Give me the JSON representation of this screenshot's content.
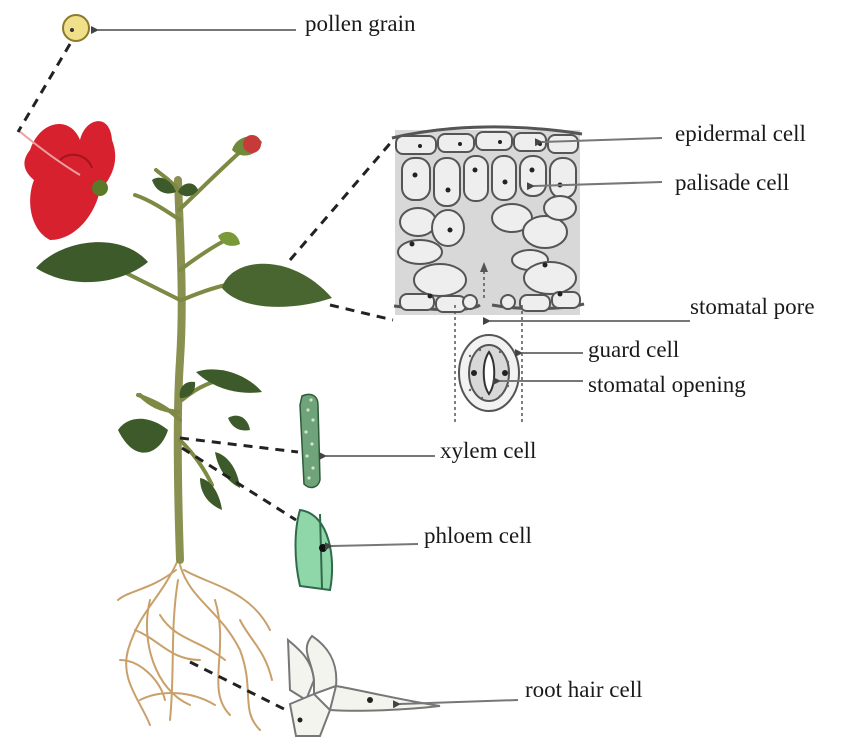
{
  "labels": {
    "pollen": "pollen grain",
    "epidermal": "epidermal cell",
    "palisade": "palisade cell",
    "stomatal_pore": "stomatal pore",
    "guard": "guard cell",
    "stomatal_opening": "stomatal opening",
    "xylem": "xylem cell",
    "phloem": "phloem cell",
    "root_hair": "root hair cell"
  },
  "colors": {
    "flower": "#d8212f",
    "leaf": "#3d5a2a",
    "stem": "#7d8a44",
    "root": "#c9a06a",
    "pollen": "#f0e08a",
    "xylem": "#6fa37a",
    "phloem": "#8fd6a8",
    "cell_fill": "#e9e9e9",
    "cell_wall": "#555555",
    "leader": "#777777"
  }
}
